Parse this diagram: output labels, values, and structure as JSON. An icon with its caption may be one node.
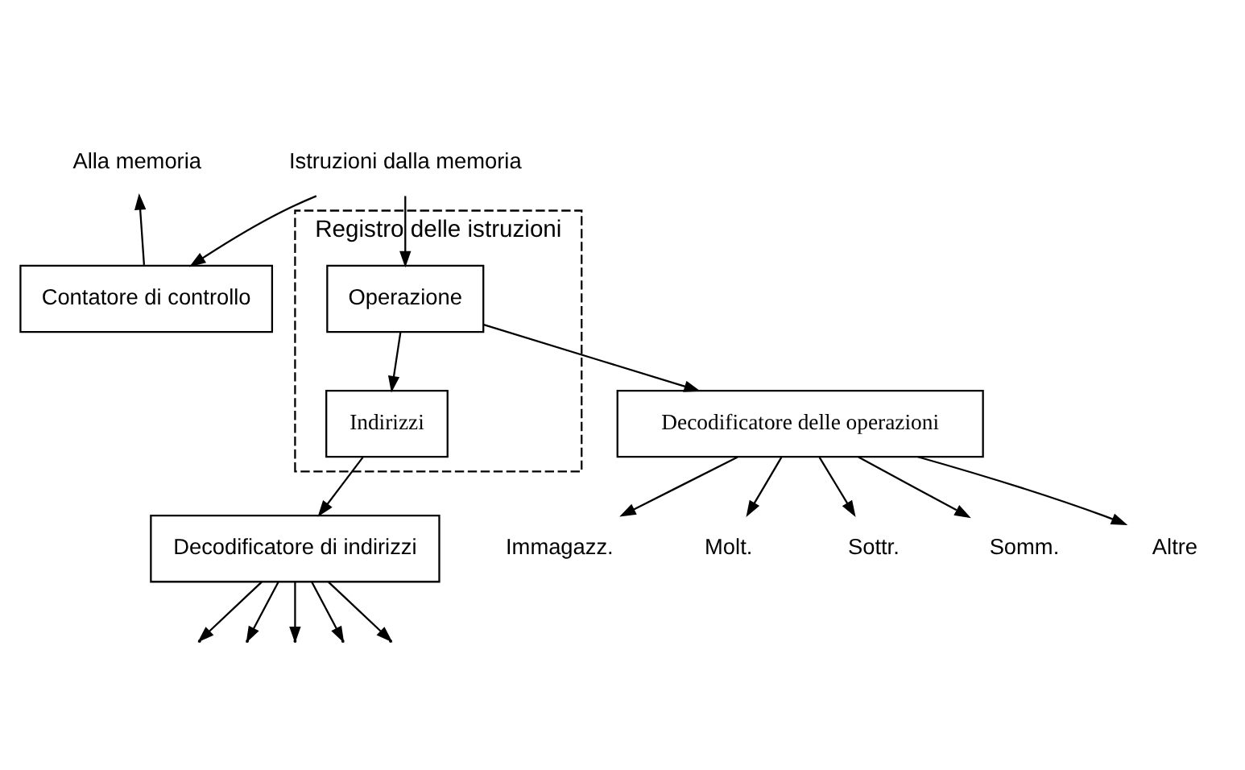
{
  "diagram": {
    "nodes": [
      {
        "text": [
          "Istruzioni dalla memoria"
        ]
      },
      {
        "text": [
          "Alla memoria"
        ]
      },
      {
        "text": [
          "Contatore di controllo"
        ]
      },
      {
        "text": [
          "Registro delle istruzioni"
        ]
      },
      {
        "text": [
          "Indirizzi"
        ],
        "in": 3
      },
      {
        "text": [
          "Operazione"
        ],
        "in": 3
      },
      {
        "text": [
          "Decodificatore di indirizzi"
        ]
      },
      {
        "text": [
          "Decodificatore delle operazioni"
        ]
      },
      {
        "text": [
          "Immagazz."
        ]
      },
      {
        "text": [
          "Molt."
        ]
      },
      {
        "text": [
          "Sottr."
        ]
      },
      {
        "text": [
          "Somm."
        ]
      },
      {
        "text": [
          "Altre"
        ]
      }
    ],
    "edges": [
      {
        "from": 0,
        "to": 2,
        "arrow": "to"
      },
      {
        "from": 0,
        "to": 5,
        "arrow": "to"
      },
      {
        "from": 2,
        "to": 1,
        "arrow": "to"
      },
      {
        "from": 5,
        "to": 4,
        "arrow": "to"
      },
      {
        "from": 4,
        "to": 6,
        "arrow": "to"
      },
      {
        "from": 5,
        "to": 7,
        "arrow": "to"
      },
      {
        "from": 6,
        "to": null,
        "arrow": "to"
      },
      {
        "from": 6,
        "to": null,
        "arrow": "to"
      },
      {
        "from": 6,
        "to": null,
        "arrow": "to"
      },
      {
        "from": 6,
        "to": null,
        "arrow": "to"
      },
      {
        "from": 6,
        "to": null,
        "arrow": "to"
      },
      {
        "from": 7,
        "to": 8,
        "arrow": "to"
      },
      {
        "from": 7,
        "to": 9,
        "arrow": "to"
      },
      {
        "from": 7,
        "to": 10,
        "arrow": "to"
      },
      {
        "from": 7,
        "to": 11,
        "arrow": "to"
      },
      {
        "from": 7,
        "to": 12,
        "arrow": "to"
      }
    ]
  }
}
